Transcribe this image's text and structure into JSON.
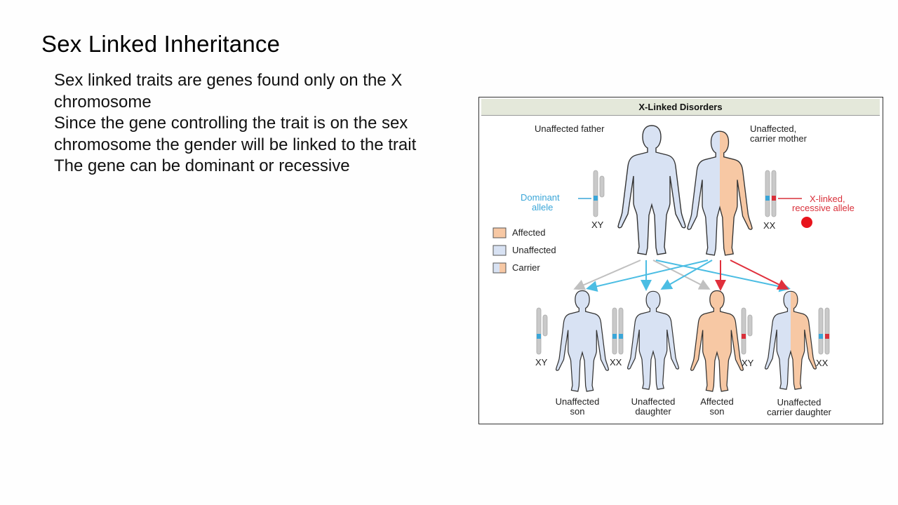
{
  "slide": {
    "title": "Sex Linked Inheritance",
    "bullets": [
      "Sex linked traits are genes found only on the X chromosome",
      "Since the gene controlling the trait is on the sex chromosome the gender will be linked to the trait",
      "The gene can be dominant or recessive"
    ]
  },
  "figure": {
    "title": "X-Linked Disorders",
    "parents": {
      "father": "Unaffected father",
      "mother_line1": "Unaffected,",
      "mother_line2": "carrier mother",
      "father_chromosomes": "XY",
      "mother_chromosomes": "XX"
    },
    "alleles": {
      "dominant_line1": "Dominant",
      "dominant_line2": "allele",
      "recessive_line1": "X-linked,",
      "recessive_line2": "recessive allele"
    },
    "legend": [
      {
        "label": "Affected",
        "color": "#f7c8a4"
      },
      {
        "label": "Unaffected",
        "color": "#d8e2f3"
      },
      {
        "label": "Carrier",
        "color": "split"
      }
    ],
    "children": [
      {
        "line1": "Unaffected",
        "line2": "son",
        "chromosomes": "XY"
      },
      {
        "line1": "Unaffected",
        "line2": "daughter",
        "chromosomes": "XX"
      },
      {
        "line1": "Affected",
        "line2": "son",
        "chromosomes": "XY"
      },
      {
        "line1": "Unaffected",
        "line2": "carrier daughter",
        "chromosomes": "XX"
      }
    ],
    "colors": {
      "affected": "#f7c8a4",
      "unaffected": "#d8e2f3",
      "dominant_allele": "#3aa6d8",
      "recessive_allele": "#d9303a",
      "arrow_blue": "#4bbde3",
      "arrow_red": "#e0303c",
      "arrow_gray": "#c0c0c0",
      "pointer_dot": "#e8141c"
    }
  }
}
